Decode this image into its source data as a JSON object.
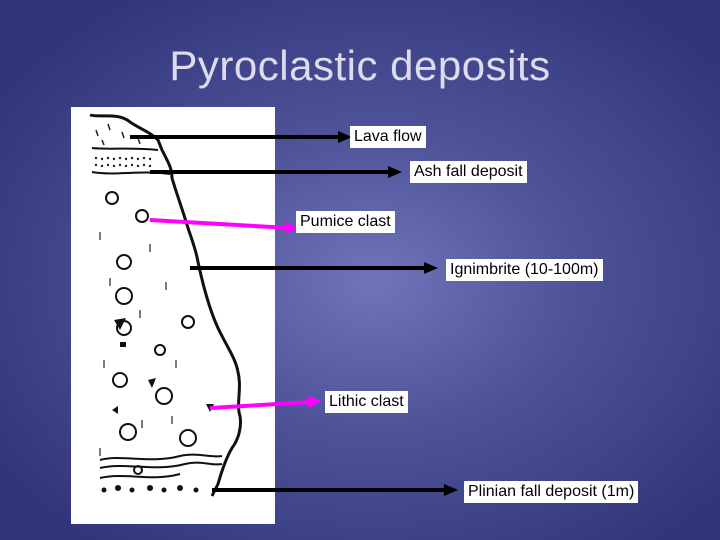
{
  "title": "Pyroclastic deposits",
  "labels": {
    "lava_flow": "Lava flow",
    "ash_fall": "Ash fall deposit",
    "pumice": "Pumice clast",
    "ignimbrite": "Ignimbrite (10-100m)",
    "lithic": "Lithic clast",
    "plinian": "Plinian fall deposit (1m)"
  },
  "colors": {
    "arrow_black": "#000000",
    "arrow_magenta": "#ff00ff"
  }
}
